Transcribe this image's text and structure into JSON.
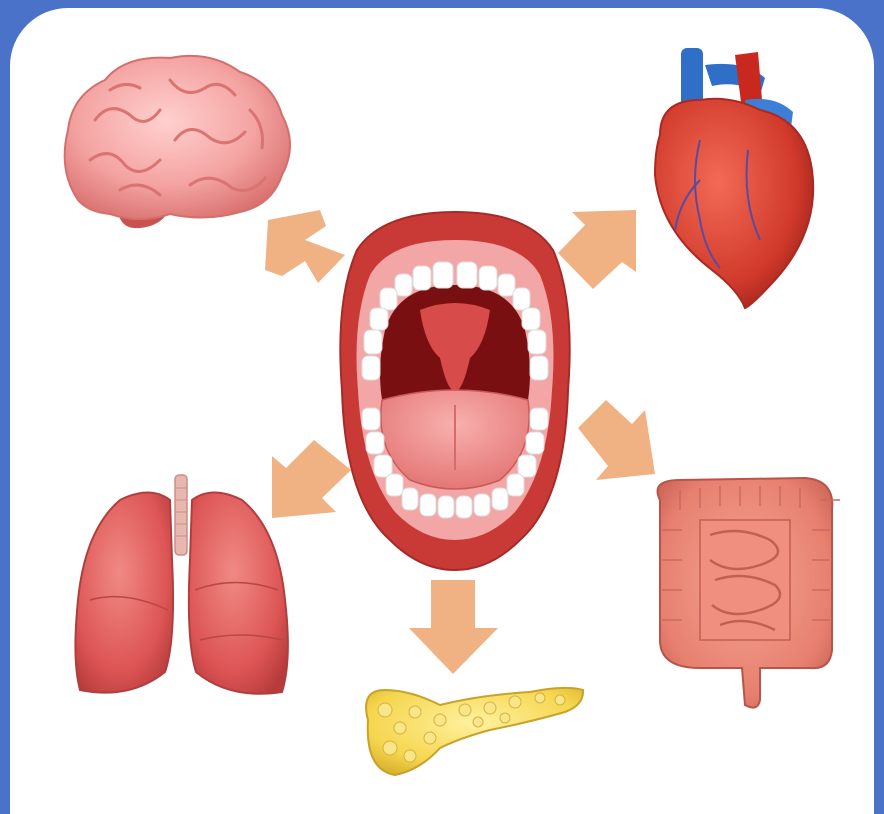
{
  "diagram": {
    "center": {
      "name": "mouth",
      "icon": "open-mouth-icon"
    },
    "connected_organs": [
      {
        "name": "brain",
        "icon": "brain-icon"
      },
      {
        "name": "heart",
        "icon": "heart-icon"
      },
      {
        "name": "lungs",
        "icon": "lungs-icon"
      },
      {
        "name": "pancreas",
        "icon": "pancreas-icon"
      },
      {
        "name": "intestines",
        "icon": "intestines-icon"
      }
    ],
    "arrow_count": 5
  },
  "colors": {
    "frame": "#4a72c8",
    "panel": "#ffffff",
    "arrow": "#f0b183",
    "brain": "#f2a0a0",
    "heart": "#d9362a",
    "lungs": "#e05a5a",
    "pancreas": "#f5d64e",
    "intestines": "#e87e6e",
    "lips": "#c93a36",
    "tongue": "#f08a88",
    "teeth": "#ffffff"
  }
}
